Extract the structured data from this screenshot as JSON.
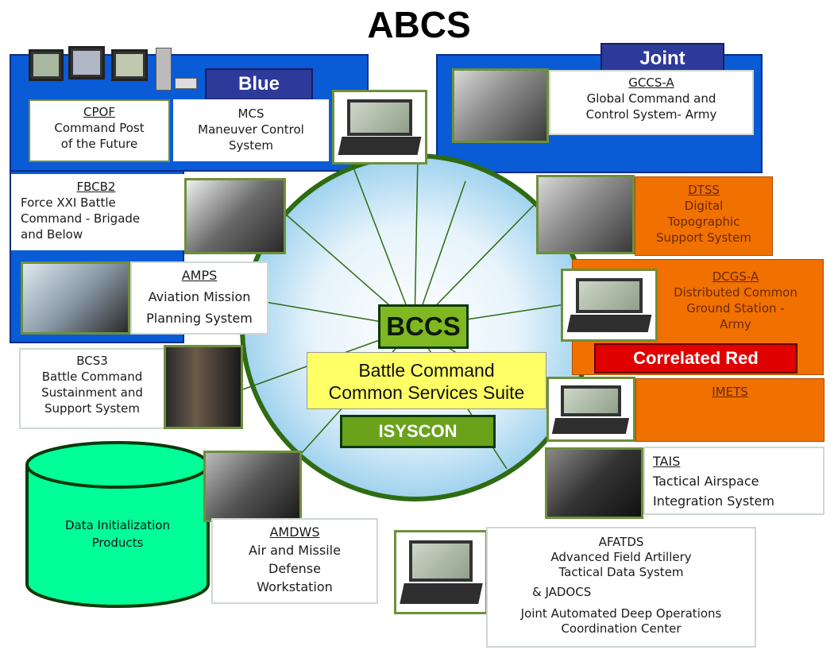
{
  "title": "ABCS",
  "groups": {
    "blue": "Blue",
    "joint": "Joint",
    "red": "Correlated Red"
  },
  "center": {
    "bccs": "BCCS",
    "suite_line1": "Battle Command",
    "suite_line2": "Common Services Suite",
    "isyscon": "ISYSCON"
  },
  "systems": {
    "cpof": {
      "name": "CPOF",
      "line1": "Command Post",
      "line2": "of the Future"
    },
    "mcs": {
      "name": "MCS",
      "line1": "Maneuver Control",
      "line2": "System"
    },
    "gccs": {
      "name": "GCCS-A",
      "line1": "Global Command and",
      "line2": "Control System- Army"
    },
    "fbcb2": {
      "name": "FBCB2",
      "line1": "Force XXI Battle",
      "line2": "Command - Brigade",
      "line3": "and Below"
    },
    "dtss": {
      "name": "DTSS",
      "line1": "Digital",
      "line2": "Topographic",
      "line3": "Support System"
    },
    "amps": {
      "name": "AMPS",
      "line1": "Aviation Mission",
      "line2": "Planning System"
    },
    "dcgs": {
      "name": "DCGS-A",
      "line1": "Distributed Common",
      "line2": "Ground Station -",
      "line3": "Army"
    },
    "bcs3": {
      "name": "BCS3",
      "line1": "Battle Command",
      "line2": "Sustainment and",
      "line3": "Support System"
    },
    "imets": {
      "name": "IMETS"
    },
    "tais": {
      "name": "TAIS",
      "line1": "Tactical Airspace",
      "line2": "Integration System"
    },
    "amdws": {
      "name": "AMDWS",
      "line1": "Air and Missile",
      "line2": "Defense",
      "line3": "Workstation"
    },
    "afatds": {
      "name": "AFATDS",
      "line1": "Advanced Field Artillery",
      "line2": "Tactical Data System",
      "jadocs": "& JADOCS",
      "line3": "Joint Automated Deep Operations",
      "line4": "Coordination Center"
    }
  },
  "data_init": {
    "line1": "Data Initialization",
    "line2": "Products"
  }
}
